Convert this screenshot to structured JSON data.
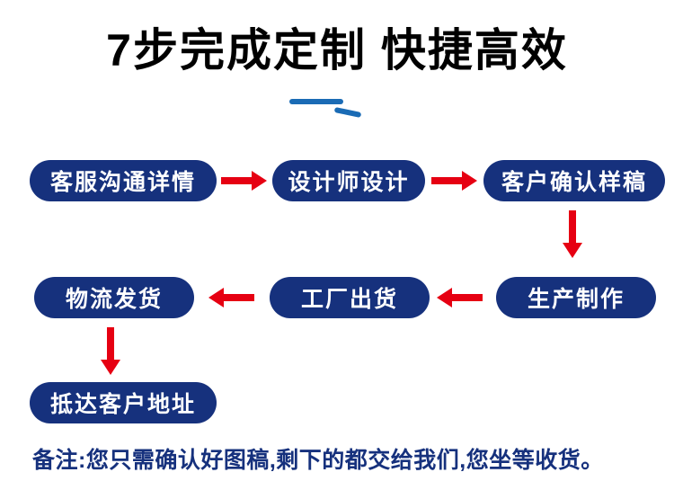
{
  "title": "7步完成定制 快捷高效",
  "steps": [
    {
      "order": 1,
      "label": "客服沟通详情"
    },
    {
      "order": 2,
      "label": "设计师设计"
    },
    {
      "order": 3,
      "label": "客户确认样稿"
    },
    {
      "order": 4,
      "label": "生产制作"
    },
    {
      "order": 5,
      "label": "工厂出货"
    },
    {
      "order": 6,
      "label": "物流发货"
    },
    {
      "order": 7,
      "label": "抵达客户地址"
    }
  ],
  "note": "备注:您只需确认好图稿,剩下的都交给我们,您坐等收货。",
  "colors": {
    "title_color": "#000000",
    "pill_bg": "#16317d",
    "arrow_red": "#e60012",
    "divider_blue": "#1a6bb5",
    "note_color": "#16317d"
  }
}
